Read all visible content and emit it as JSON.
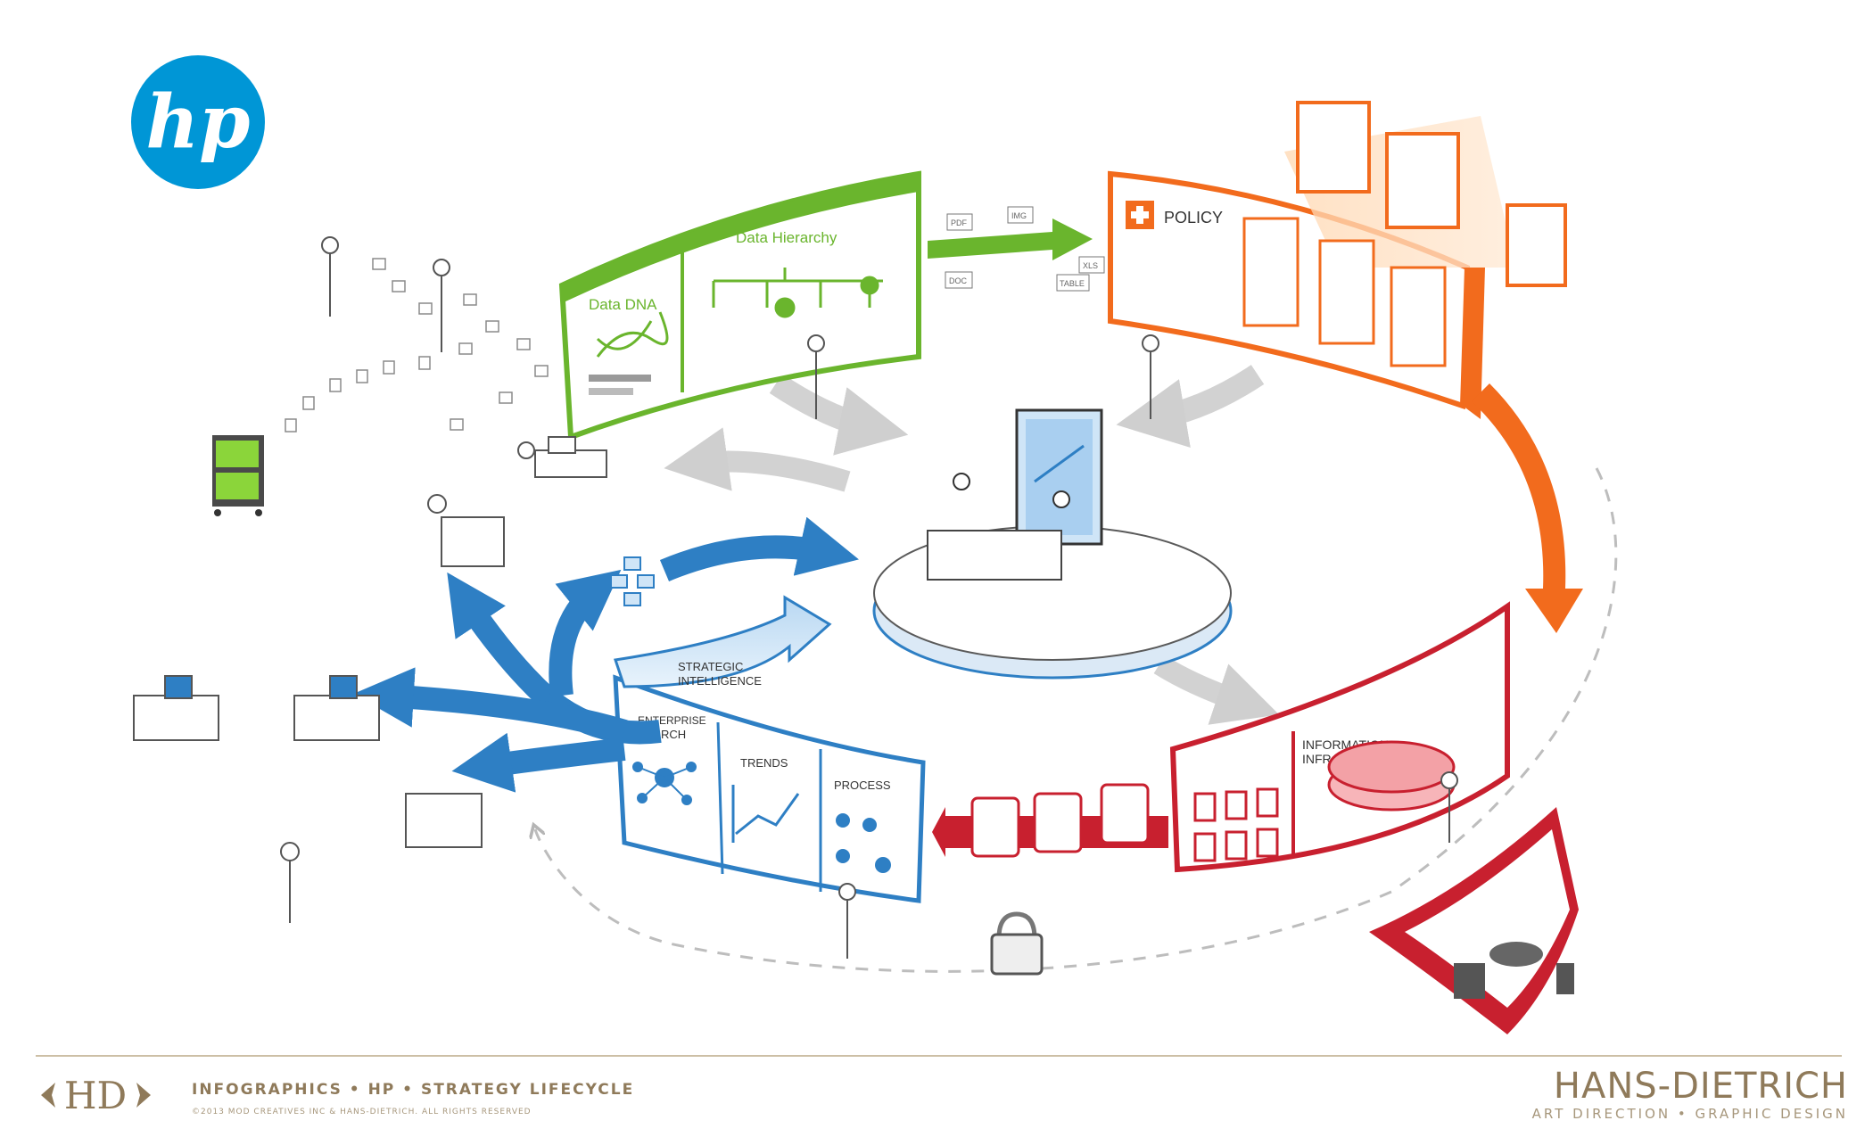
{
  "logo": {
    "text": "hp",
    "color": "#0096d6"
  },
  "colors": {
    "green": "#6ab52d",
    "orange": "#f26b1d",
    "red": "#c8202f",
    "blue": "#2e7fc4",
    "gray": "#cfcfcf",
    "footer": "#8f7a5a"
  },
  "panels": {
    "data": {
      "dna_label": "Data DNA",
      "hierarchy_label": "Data Hierarchy"
    },
    "policy": {
      "label": "POLICY"
    },
    "file_tags": [
      "PDF",
      "IMG",
      "XLS",
      "DOC",
      "TABLE"
    ],
    "infrastructure": {
      "line1": "INFORMATION",
      "line2": "INFRASTRUCTURE"
    },
    "intelligence": {
      "arrow_line1": "STRATEGIC",
      "arrow_line2": "INTELLIGENCE",
      "search_line1": "ENTERPRISE",
      "search_line2": "SEARCH",
      "trends": "TRENDS",
      "process": "PROCESS"
    }
  },
  "icons": [
    "hp-logo",
    "server-rack-icon",
    "padlock-icon",
    "dna-icon",
    "hierarchy-icon",
    "database-icon",
    "network-node-icon",
    "trend-chart-icon",
    "flowchart-icon"
  ],
  "footer": {
    "logo_text": "HD",
    "title": "INFOGRAPHICS • HP • STRATEGY LIFECYCLE",
    "copyright": "©2013 MOD CREATIVES INC & HANS-DIETRICH. ALL RIGHTS RESERVED",
    "brand": "HANS-DIETRICH",
    "tagline": "ART DIRECTION • GRAPHIC DESIGN"
  }
}
